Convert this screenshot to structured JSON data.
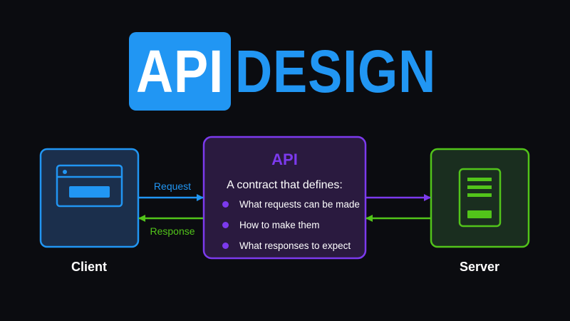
{
  "header": {
    "badge_text": "API",
    "title_word": "DESIGN"
  },
  "nodes": {
    "client": {
      "label": "Client"
    },
    "api": {
      "title": "API",
      "subtitle": "A contract that defines:",
      "items": [
        "What requests can be made",
        "How to make them",
        "What responses to expect"
      ]
    },
    "server": {
      "label": "Server"
    }
  },
  "arrows": {
    "request_label": "Request",
    "response_label": "Response"
  },
  "colors": {
    "background": "#0b0c10",
    "client": "#2196f3",
    "client_fill": "#1b2f4c",
    "api": "#7c3aed",
    "api_fill": "#2a1a3f",
    "server": "#52c41a",
    "server_fill": "#1a2e1f"
  },
  "icons": {
    "client": "browser-window-icon",
    "server": "server-rack-icon"
  }
}
